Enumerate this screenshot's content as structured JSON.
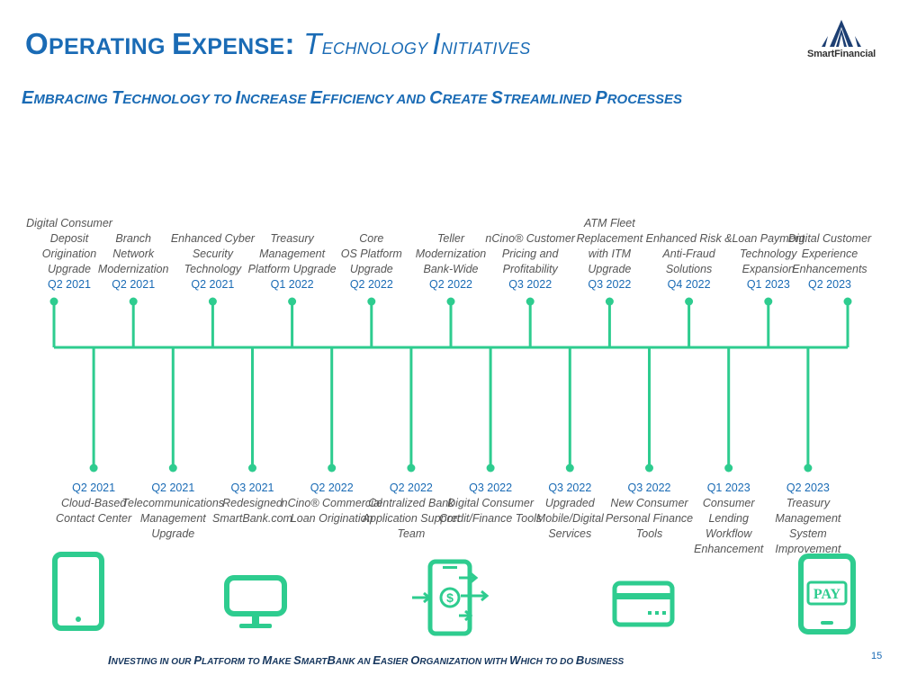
{
  "header": {
    "title_main_parts": [
      {
        "text": "O",
        "sc": false
      },
      {
        "text": "PERATING ",
        "sc": true
      },
      {
        "text": "E",
        "sc": false
      },
      {
        "text": "XPENSE",
        "sc": true
      },
      {
        "text": ":",
        "sc": false
      }
    ],
    "title_sub_parts": [
      {
        "text": "T",
        "sc": false
      },
      {
        "text": "ECHNOLOGY ",
        "sc": true
      },
      {
        "text": "I",
        "sc": false
      },
      {
        "text": "NITIATIVES",
        "sc": true
      }
    ],
    "subtitle_parts": [
      {
        "text": "E",
        "sc": false
      },
      {
        "text": "MBRACING ",
        "sc": true
      },
      {
        "text": "T",
        "sc": false
      },
      {
        "text": "ECHNOLOGY TO ",
        "sc": true
      },
      {
        "text": "I",
        "sc": false
      },
      {
        "text": "NCREASE ",
        "sc": true
      },
      {
        "text": "E",
        "sc": false
      },
      {
        "text": "FFICIENCY AND ",
        "sc": true
      },
      {
        "text": "C",
        "sc": false
      },
      {
        "text": "REATE ",
        "sc": true
      },
      {
        "text": "S",
        "sc": false
      },
      {
        "text": "TREAMLINED ",
        "sc": true
      },
      {
        "text": "P",
        "sc": false
      },
      {
        "text": "ROCESSES",
        "sc": true
      }
    ],
    "logo_text": "SmartFinancial"
  },
  "colors": {
    "title": "#1a6bb5",
    "timeline": "#2ecc8f",
    "label": "#555555",
    "date": "#1a6bb5",
    "footer": "#17375e"
  },
  "timeline": {
    "milestones": [
      {
        "side": "above",
        "label": "Digital Consumer\nDeposit\nOrigination\nUpgrade",
        "date": "Q2 2021"
      },
      {
        "side": "below",
        "label": "Cloud-Based\nContact Center",
        "date": "Q2 2021"
      },
      {
        "side": "above",
        "label": "Branch\nNetwork\nModernization",
        "date": "Q2 2021"
      },
      {
        "side": "below",
        "label": "Telecommunications\nManagement\nUpgrade",
        "date": "Q2 2021"
      },
      {
        "side": "above",
        "label": "Enhanced Cyber\nSecurity\nTechnology",
        "date": "Q2 2021"
      },
      {
        "side": "below",
        "label": "Redesigned\nSmartBank.com",
        "date": "Q3 2021"
      },
      {
        "side": "above",
        "label": "Treasury\nManagement\nPlatform Upgrade",
        "date": "Q1 2022"
      },
      {
        "side": "below",
        "label": "nCino® Commercial\nLoan Origination",
        "date": "Q2 2022"
      },
      {
        "side": "above",
        "label": "Core\nOS Platform\nUpgrade",
        "date": "Q2 2022"
      },
      {
        "side": "below",
        "label": "Centralized Bank\nApplication Support\nTeam",
        "date": "Q2 2022"
      },
      {
        "side": "above",
        "label": "Teller\nModernization\nBank-Wide",
        "date": "Q2 2022"
      },
      {
        "side": "below",
        "label": "Digital Consumer\nCredit/Finance Tools",
        "date": "Q3 2022"
      },
      {
        "side": "above",
        "label": "nCino® Customer\nPricing and\nProfitability",
        "date": "Q3 2022"
      },
      {
        "side": "below",
        "label": "Upgraded\nMobile/Digital\nServices",
        "date": "Q3 2022"
      },
      {
        "side": "above",
        "label": "ATM Fleet\nReplacement\nwith ITM\nUpgrade",
        "date": "Q3 2022"
      },
      {
        "side": "below",
        "label": "New Consumer\nPersonal Finance\nTools",
        "date": "Q3 2022"
      },
      {
        "side": "above",
        "label": "Enhanced Risk &\nAnti-Fraud\nSolutions",
        "date": "Q4 2022"
      },
      {
        "side": "below",
        "label": "Consumer\nLending\nWorkflow\nEnhancement",
        "date": "Q1 2023"
      },
      {
        "side": "above",
        "label": "Loan Payment\nTechnology\nExpansion",
        "date": "Q1 2023"
      },
      {
        "side": "below",
        "label": "Treasury\nManagement\nSystem\nImprovement",
        "date": "Q2 2023"
      },
      {
        "side": "above",
        "label": "Digital Customer\nExperience\nEnhancements",
        "date": "Q2 2023"
      }
    ]
  },
  "icons": [
    "tablet-icon",
    "monitor-icon",
    "mobile-payment-icon",
    "credit-card-icon",
    "pay-phone-icon"
  ],
  "icon_texts": {
    "pay": "PAY",
    "dollar": "$"
  },
  "footer": {
    "tagline_parts": [
      {
        "text": "I",
        "sc": false
      },
      {
        "text": "NVESTING IN OUR ",
        "sc": true
      },
      {
        "text": "P",
        "sc": false
      },
      {
        "text": "LATFORM TO ",
        "sc": true
      },
      {
        "text": "M",
        "sc": false
      },
      {
        "text": "AKE ",
        "sc": true
      },
      {
        "text": "S",
        "sc": false
      },
      {
        "text": "MART",
        "sc": true
      },
      {
        "text": "B",
        "sc": false
      },
      {
        "text": "ANK AN ",
        "sc": true
      },
      {
        "text": "E",
        "sc": false
      },
      {
        "text": "ASIER ",
        "sc": true
      },
      {
        "text": "O",
        "sc": false
      },
      {
        "text": "RGANIZATION WITH ",
        "sc": true
      },
      {
        "text": "W",
        "sc": false
      },
      {
        "text": "HICH TO DO ",
        "sc": true
      },
      {
        "text": "B",
        "sc": false
      },
      {
        "text": "USINESS",
        "sc": true
      }
    ],
    "page_number": "15"
  }
}
